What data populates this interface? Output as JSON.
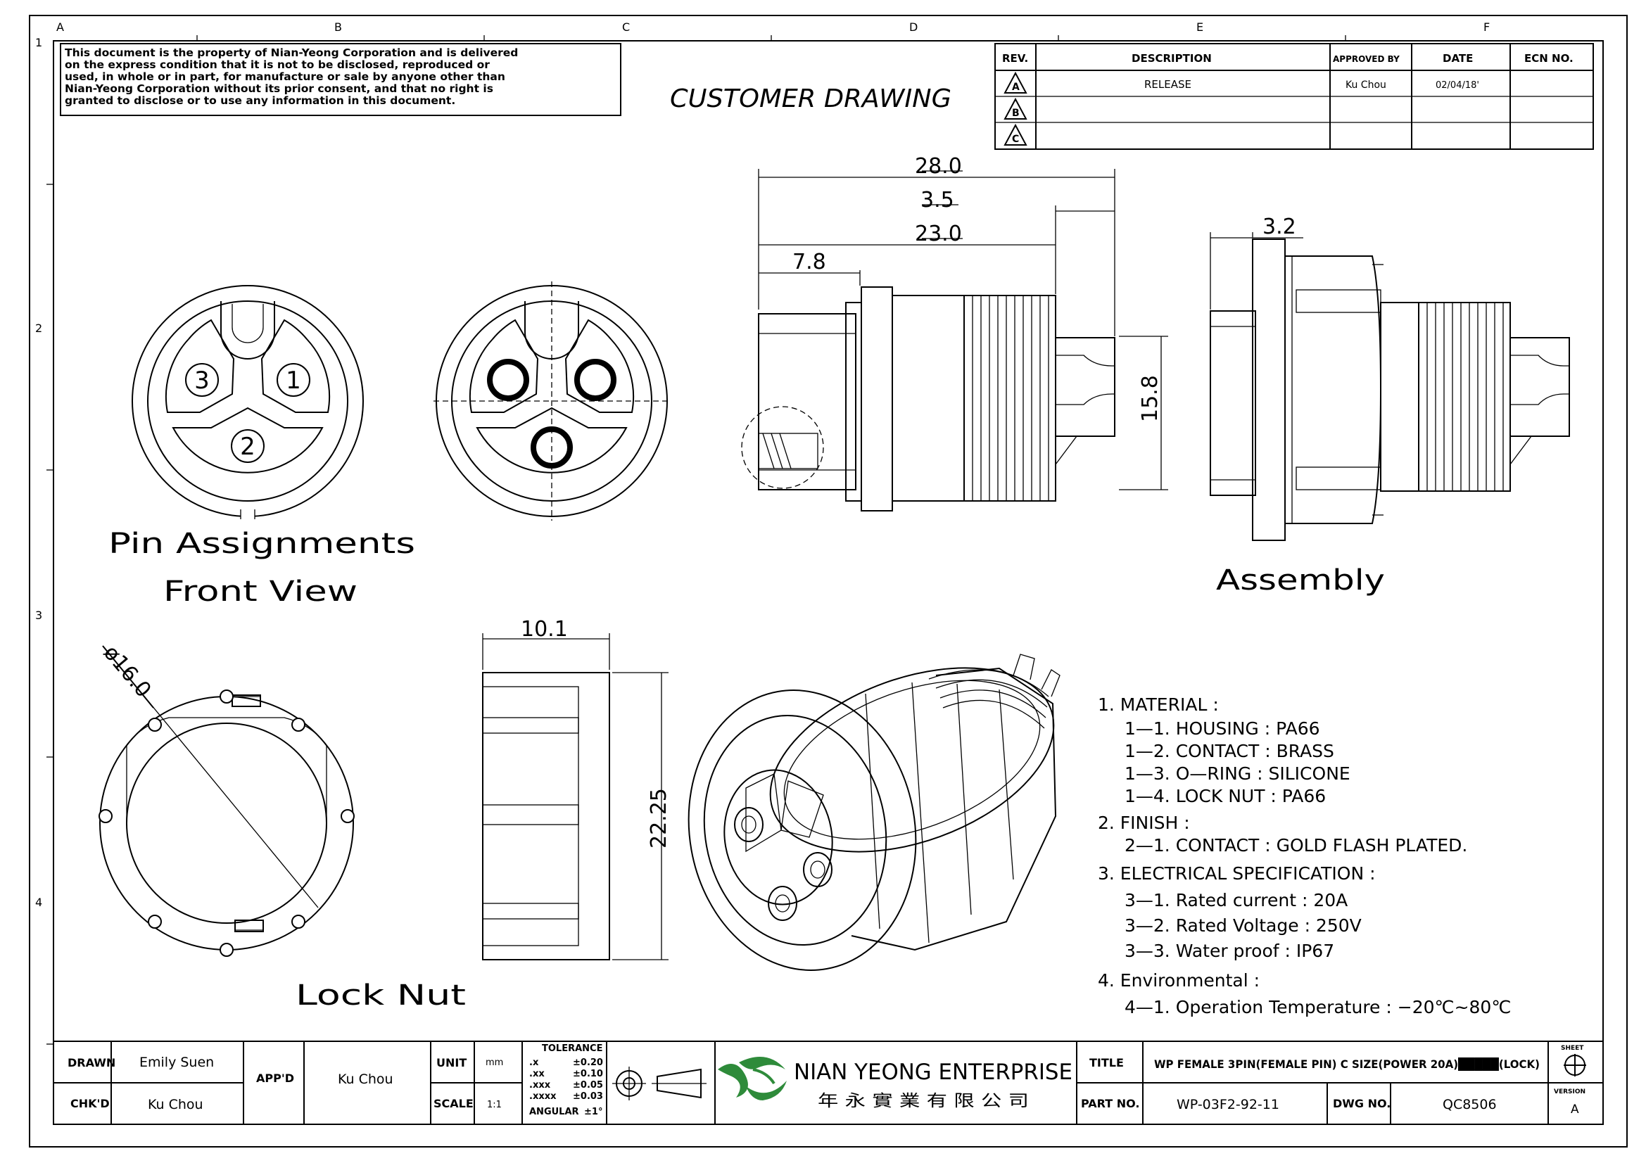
{
  "grid": {
    "columns": [
      "A",
      "B",
      "C",
      "D",
      "E",
      "F"
    ],
    "rows": [
      "1",
      "2",
      "3",
      "4"
    ]
  },
  "notice": {
    "lines": [
      "This document is the property of Nian-Yeong Corporation and is delivered",
      "on  the  express condition that it is not to be disclosed, reproduced or",
      "used, in whole or in part, for manufacture or sale by anyone other than",
      "Nian-Yeong Corporation without  its prior consent, and that  no right  is",
      "granted to disclose or to use any information in this  document."
    ]
  },
  "drawing_title": "CUSTOMER  DRAWING",
  "revision_table": {
    "headers": [
      "REV.",
      "DESCRIPTION",
      "APPROVED BY",
      "DATE",
      "ECN NO."
    ],
    "rows": [
      {
        "rev": "A",
        "description": "RELEASE",
        "approved_by": "Ku Chou",
        "date": "02/04/18'",
        "ecn": ""
      },
      {
        "rev": "B",
        "description": "",
        "approved_by": "",
        "date": "",
        "ecn": ""
      },
      {
        "rev": "C",
        "description": "",
        "approved_by": "",
        "date": "",
        "ecn": ""
      }
    ]
  },
  "pin_view": {
    "pins": [
      "3",
      "1",
      "2"
    ],
    "caption_line1": "Pin  Assignments",
    "caption_line2": "Front  View"
  },
  "assembly": {
    "caption": "Assembly",
    "dims": {
      "overall": "28.0",
      "flange": "3.5",
      "body": "23.0",
      "front": "7.8",
      "height": "15.8",
      "nut_face": "3.2"
    }
  },
  "lock_nut": {
    "caption": "Lock  Nut",
    "dia": "ø16.0",
    "width": "10.1",
    "height": "22.25"
  },
  "specs": [
    "1.  MATERIAL  :",
    "1—1.  HOUSING  :  PA66",
    "1—2.  CONTACT  :  BRASS",
    "1—3.  O—RING  :  SILICONE",
    "1—4.  LOCK  NUT  :  PA66",
    "2.  FINISH  :",
    "2—1.  CONTACT  :  GOLD  FLASH  PLATED.",
    "3.  ELECTRICAL  SPECIFICATION  :",
    "3—1.  Rated  current  :  20A",
    "3—2.  Rated  Voltage  :  250V",
    "3—3.  Water  proof  :  IP67",
    "4.  Environmental  :",
    "4—1.  Operation  Temperature  :  −20℃~80℃"
  ],
  "title_block": {
    "drawn_label": "DRAWN",
    "drawn_value": "Emily Suen",
    "checked_label": "CHK'D",
    "checked_value": "Ku Chou",
    "approved_label": "APP'D",
    "approved_value": "Ku Chou",
    "unit_label": "UNIT",
    "unit_value": "mm",
    "scale_label": "SCALE",
    "scale_value": "1:1",
    "tolerance_title": "TOLERANCE",
    "tolerances": [
      {
        "fmt": ".x",
        "val": "±0.20"
      },
      {
        "fmt": ".xx",
        "val": "±0.10"
      },
      {
        "fmt": ".xxx",
        "val": "±0.05"
      },
      {
        "fmt": ".xxxx",
        "val": "±0.03"
      }
    ],
    "angular_label": "ANGULAR",
    "angular_value": "±1°",
    "company_en": "NIAN YEONG ENTERPRISE",
    "company_cn": "年 永 實 業 有 限 公 司",
    "title_label": "TITLE",
    "title_value": "WP  FEMALE  3PIN(FEMALE  PIN)  C  SIZE(POWER  20A)█████(LOCK)",
    "part_label": "PART  NO.",
    "part_value": "WP-03F2-92-11",
    "dwg_label": "DWG  NO.",
    "dwg_value": "QC8506",
    "sheet_label": "SHEET",
    "version_label": "VERSION",
    "version_value": "A"
  },
  "colors": {
    "ink": "#000000",
    "paper": "#ffffff",
    "logo_green": "#2e8b3a"
  }
}
